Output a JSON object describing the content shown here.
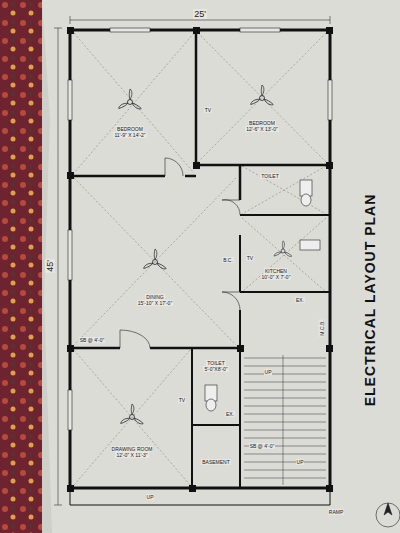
{
  "diagram": {
    "title": "ELECTRICAL LAYOUT PLAN",
    "nodes": [
      {
        "text": [
          "BEDROOM",
          "11'-9\" X 14'-2\""
        ]
      },
      {
        "text": [
          "BEDROOM",
          "12'-6\" X 13'-0\""
        ]
      },
      {
        "text": [
          "TOILET"
        ]
      },
      {
        "text": [
          "KITCHEN",
          "10'-0\" X 7'-0\""
        ]
      },
      {
        "text": [
          "DINING",
          "15'-10\" X 17'-0\""
        ]
      },
      {
        "text": [
          "TOILET",
          "5'-0\"X8'-0\""
        ]
      },
      {
        "text": [
          "DRAWING ROOM",
          "12'-0\" X 11'-3\""
        ]
      },
      {
        "text": [
          "BASEMENT"
        ]
      }
    ],
    "labels": [
      "25'",
      "45'",
      "M.C.B.",
      "UP",
      "UP",
      "EX.",
      "EX.",
      "TV",
      "TV",
      "TV",
      "SB @ 4'-0\"",
      "SB @ 4'-0\"",
      "B.C.",
      "RAMP",
      "UP"
    ]
  }
}
